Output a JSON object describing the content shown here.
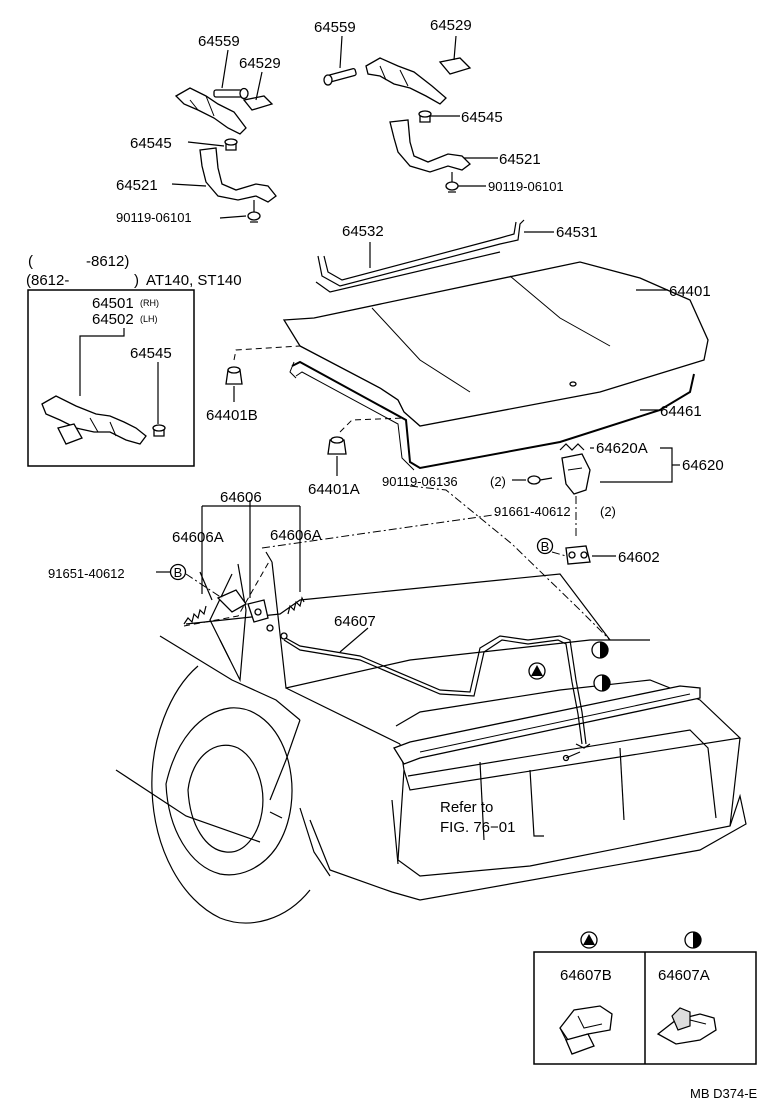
{
  "labels": {
    "p64559_l": "64559",
    "p64529_l": "64529",
    "p64545_l": "64545",
    "p64521_l": "64521",
    "p90119_61_l": "90119-06101",
    "p64559_r": "64559",
    "p64529_r": "64529",
    "p64545_r": "64545",
    "p64521_r": "64521",
    "p90119_61_r": "90119-06101",
    "p64532": "64532",
    "p64531": "64531",
    "p64401": "64401",
    "p64461": "64461",
    "p64401B": "64401B",
    "p64401A": "64401A",
    "p64620A": "64620A",
    "p64620": "64620",
    "p90119_36": "90119-06136",
    "qty2_a": "(2)",
    "p91661": "91661-40612",
    "qty2_b": "(2)",
    "p64602": "64602",
    "p64606": "64606",
    "p64606A_l": "64606A",
    "p64606A_r": "64606A",
    "p91651": "91651-40612",
    "p64607": "64607",
    "refer_line1": "Refer to",
    "refer_line2": "FIG. 76−01",
    "b_circle_1": "B",
    "b_circle_2": "B",
    "diagram_id": "MB D374-E"
  },
  "inset": {
    "range1_open": "(",
    "range1_end": "-8612)",
    "range2_start": "(8612-",
    "range2_close": ")",
    "models": "AT140, ST140",
    "p64501": "64501",
    "rh": "(RH)",
    "p64502": "64502",
    "lh": "(LH)",
    "p64545": "64545"
  },
  "legend": {
    "left_part": "64607B",
    "right_part": "64607A",
    "left_symbol": "triangle-in-circle",
    "right_symbol": "half-filled-circle"
  }
}
